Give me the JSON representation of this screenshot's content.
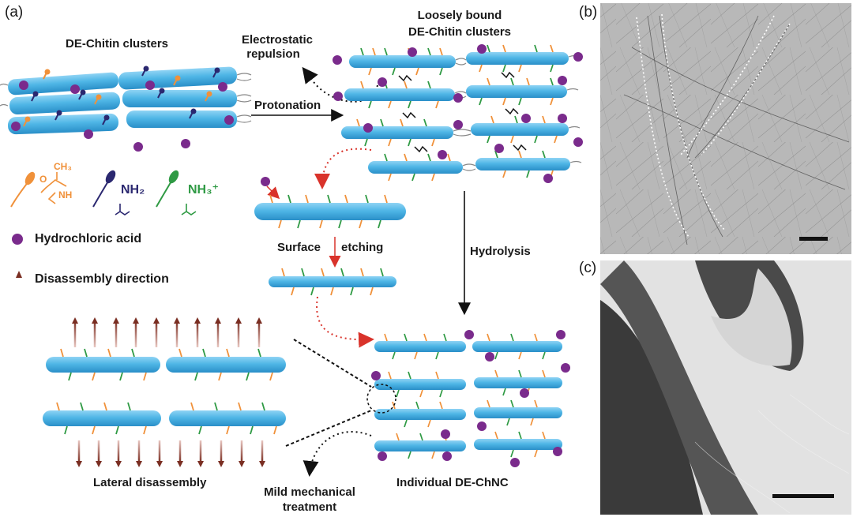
{
  "panels": {
    "a": "(a)",
    "b": "(b)",
    "c": "(c)"
  },
  "labels": {
    "de_chitin_clusters": "DE-Chitin clusters",
    "loosely_bound_line1": "Loosely bound",
    "loosely_bound_line2": "DE-Chitin clusters",
    "electrostatic_line1": "Electrostatic",
    "electrostatic_line2": "repulsion",
    "protonation": "Protonation",
    "surface": "Surface",
    "etching": "etching",
    "hydrolysis": "Hydrolysis",
    "lateral_disassembly": "Lateral disassembly",
    "mild_line1": "Mild mechanical",
    "mild_line2": "treatment",
    "individual": "Individual DE-ChNC"
  },
  "legend": {
    "acetyl_ch3": "CH₃",
    "acetyl_o": "O",
    "acetyl_nh": "NH",
    "amine": "NH₂",
    "ammonium": "NH₃⁺",
    "hcl": "Hydrochloric acid",
    "direction": "Disassembly direction"
  },
  "colors": {
    "rod": "#4fb6e6",
    "rod_dark": "#2a8fc8",
    "orange": "#f0913a",
    "navy": "#2b2870",
    "green": "#2f9a44",
    "purple": "#7a2b8c",
    "red_dotted": "#d9332b",
    "maroon": "#7a2e22"
  }
}
